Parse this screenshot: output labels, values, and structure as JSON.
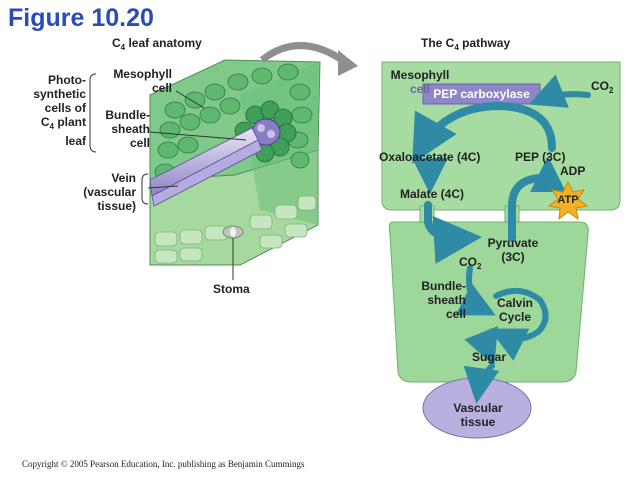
{
  "figure_title": "Figure 10.20",
  "anatomy": {
    "heading_main": "C",
    "heading_sub": "4",
    "heading_rest": " leaf anatomy",
    "photo_line1": "Photo-",
    "photo_line2": "synthetic",
    "photo_line3": "cells of",
    "photo_line4_main": "C",
    "photo_line4_sub": "4",
    "photo_line4_rest": " plant",
    "photo_line5": "leaf",
    "mesophyll_line1": "Mesophyll",
    "mesophyll_line2": "cell",
    "bundle_line1": "Bundle-",
    "bundle_line2": "sheath",
    "bundle_line3": "cell",
    "vein_line1": "Vein",
    "vein_line2": "(vascular",
    "vein_line3": "tissue)",
    "stoma": "Stoma"
  },
  "pathway": {
    "heading_main": "The C",
    "heading_sub": "4",
    "heading_rest": " pathway",
    "mesophyll_line1": "Mesophyll",
    "mesophyll_line2": "cell",
    "co2_top_main": "CO",
    "co2_top_sub": "2",
    "pep_carboxylase": "PEP carboxylase",
    "oxaloacetate": "Oxaloacetate (4C)",
    "pep": "PEP (3C)",
    "adp": "ADP",
    "atp": "ATP",
    "malate": "Malate (4C)",
    "pyruvate_line1": "Pyruvate",
    "pyruvate_line2": "(3C)",
    "co2_mid_main": "CO",
    "co2_mid_sub": "2",
    "bundle_line1": "Bundle-",
    "bundle_line2": "sheath",
    "bundle_line3": "cell",
    "calvin_line1": "Calvin",
    "calvin_line2": "Cycle",
    "sugar": "Sugar",
    "vascular_line1": "Vascular",
    "vascular_line2": "tissue"
  },
  "copyright": "Copyright © 2005 Pearson Education, Inc. publishing as Benjamin Cummings",
  "colors": {
    "title": "#2a4bb8",
    "cell_green": "#9dd79a",
    "arrow_teal": "#2f8aa6",
    "enzyme_box": "#8e86c6",
    "atp_burst": "#f2b122",
    "vascular_purple": "#b9b0e0"
  }
}
